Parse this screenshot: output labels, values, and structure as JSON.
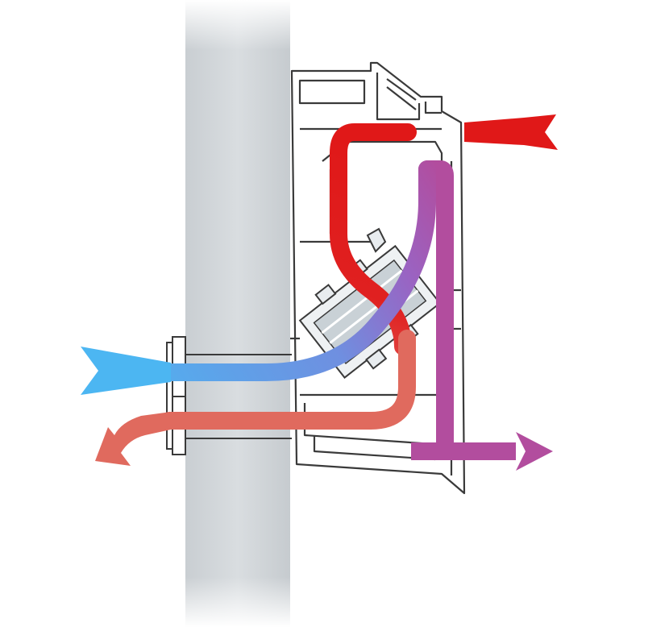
{
  "diagram": {
    "kind": "wall-mounted heat recovery ventilation unit cross-section",
    "colors": {
      "wall": "#d4d8dc",
      "housing_stroke": "#3a3a3a",
      "fresh_air_in": "#4cb6f2",
      "supply_air": "#e01818",
      "extract_air": "#b24d9e",
      "exhaust_air": "#e06a5e",
      "heat_exchanger": "#bcc6cc"
    },
    "flows": [
      {
        "id": "outdoor-fresh-air",
        "direction": "in",
        "color_key": "fresh_air_in"
      },
      {
        "id": "supply-to-room",
        "direction": "out",
        "color_key": "supply_air"
      },
      {
        "id": "extract-from-room",
        "direction": "out",
        "color_key": "extract_air"
      },
      {
        "id": "exhaust-to-outdoor",
        "direction": "out",
        "color_key": "exhaust_air"
      }
    ]
  }
}
